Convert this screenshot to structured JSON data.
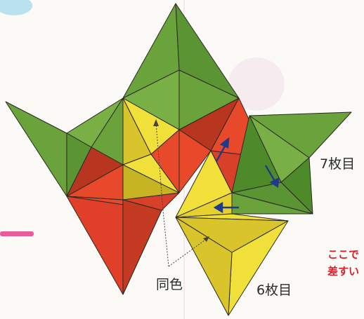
{
  "labels": {
    "same_color": "同色",
    "sheet_7": "7枚目",
    "sheet_6": "6枚目",
    "note_line1": "ここで",
    "note_line2": "差すい"
  },
  "colors": {
    "green": "#6aa23c",
    "green_dark": "#4f8a2a",
    "red": "#e8492a",
    "red_dark": "#b8361f",
    "yellow": "#f1df3a",
    "yellow_dark": "#d9c52b",
    "arrow_blue": "#1f3a8a",
    "pink": "#ea5a9a",
    "outline": "#2a2a1f"
  }
}
